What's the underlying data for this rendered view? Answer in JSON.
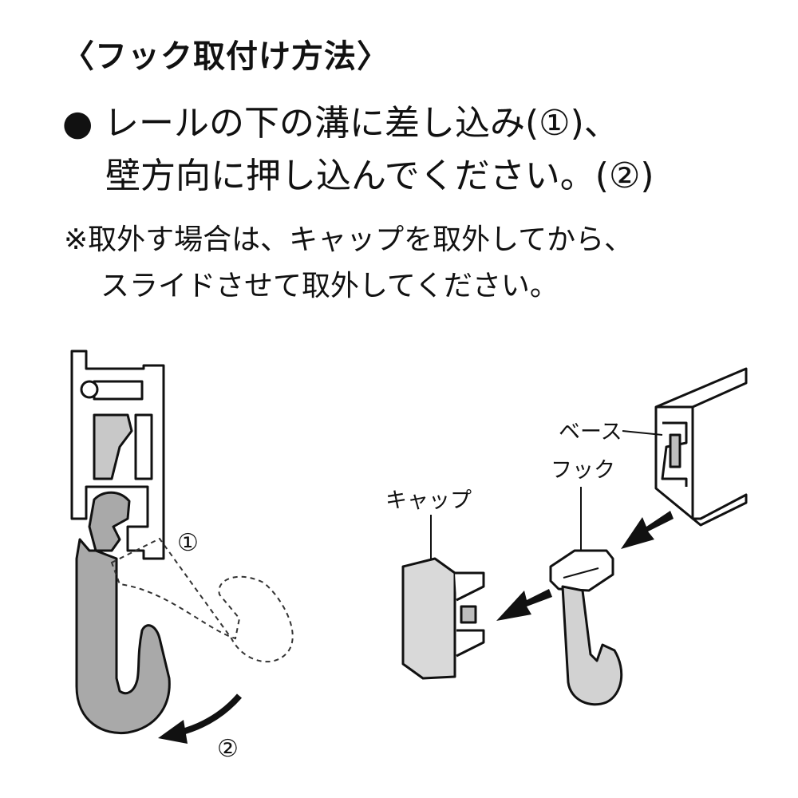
{
  "heading": "〈フック取付け方法〉",
  "instruction": {
    "bullet": "●",
    "line1": "レールの下の溝に差し込み(①)、",
    "line2": "壁方向に押し込んでください。(②)"
  },
  "note": {
    "line1": "※取外す場合は、キャップを取外してから、",
    "line2": "スライドさせて取外してください。"
  },
  "figure_left": {
    "step1_label": "①",
    "step2_label": "②"
  },
  "figure_right": {
    "label_base": "ベース",
    "label_hook": "フック",
    "label_cap": "キャップ"
  }
}
